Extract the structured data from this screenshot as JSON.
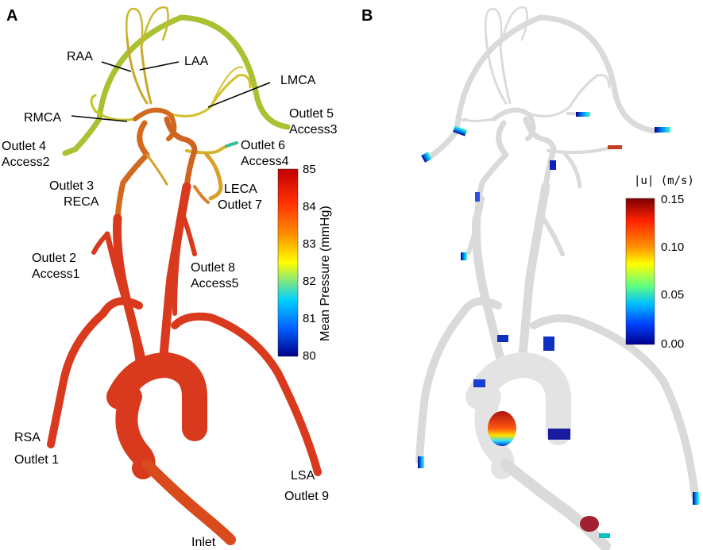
{
  "panel_a": {
    "letter": "A",
    "labels": {
      "raa": "RAA",
      "laa": "LAA",
      "lmca": "LMCA",
      "rmca": "RMCA",
      "outlet5": "Outlet 5",
      "access3": "Access3",
      "outlet4": "Outlet 4",
      "access2": "Access2",
      "outlet6": "Outlet 6",
      "access4": "Access4",
      "outlet3": "Outlet 3",
      "reca": "RECA",
      "leca": "LECA",
      "outlet7": "Outlet 7",
      "outlet2": "Outlet 2",
      "access1": "Access1",
      "outlet8": "Outlet 8",
      "access5": "Access5",
      "rsa": "RSA",
      "outlet1": "Outlet 1",
      "lsa": "LSA",
      "outlet9": "Outlet 9",
      "inlet": "Inlet"
    },
    "colorbar": {
      "title": "Mean Pressure (mmHg)",
      "ticks": [
        "85",
        "84",
        "83",
        "82",
        "81",
        "80"
      ],
      "colors": [
        "#c00000",
        "#ff3000",
        "#ff9000",
        "#ffff00",
        "#00d0ff",
        "#0060ff",
        "#00008b"
      ]
    },
    "vessel_colors": {
      "high": "#d9391c",
      "mid": "#c8581e",
      "orange": "#d98a2a",
      "yellow": "#d4c02a",
      "lime": "#a8c232"
    }
  },
  "panel_b": {
    "letter": "B",
    "colorbar": {
      "title": "|u| (m/s)",
      "ticks": [
        "0.15",
        "0.10",
        "0.05",
        "0.00"
      ],
      "colors": [
        "#7a0000",
        "#ff2000",
        "#ff9000",
        "#ffff00",
        "#60ff80",
        "#00c0ff",
        "#0040ff",
        "#00008b"
      ]
    },
    "vessel_color": "#e8e8e8"
  }
}
